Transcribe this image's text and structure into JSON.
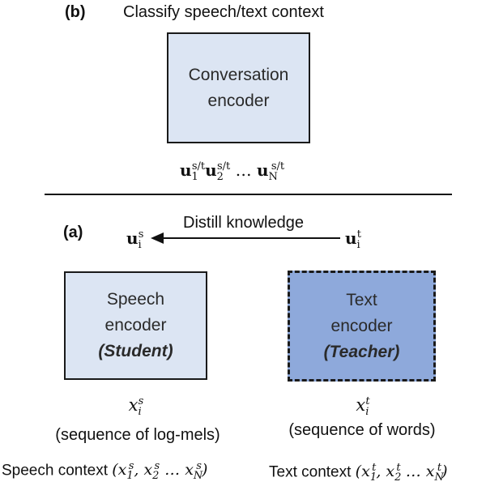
{
  "top": {
    "label": "(b)",
    "title": "Classify speech/text context",
    "box_line1": "Conversation",
    "box_line2": "encoder",
    "sequence": {
      "u": "u",
      "sup": "s/t",
      "sub1": "1",
      "sub2": "2",
      "ellipsis": "…",
      "subN": "N"
    }
  },
  "bottom": {
    "label": "(a)",
    "arrow_label": "Distill knowledge",
    "left_vec": {
      "u": "u",
      "sub": "i",
      "sup": "s"
    },
    "right_vec": {
      "u": "u",
      "sub": "i",
      "sup": "t"
    },
    "speech_box": {
      "line1": "Speech",
      "line2": "encoder",
      "role": "(Student)"
    },
    "text_box": {
      "line1": "Text",
      "line2": "encoder",
      "role": "(Teacher)"
    },
    "speech_input": {
      "x": "x",
      "sub": "i",
      "sup": "s",
      "desc": "(sequence of log-mels)"
    },
    "text_input": {
      "x": "x",
      "sub": "i",
      "sup": "t",
      "desc": "(sequence of words)"
    },
    "speech_context": {
      "prefix": "Speech context",
      "sup": "s",
      "ellipsis": "…",
      "subN": "N"
    },
    "text_context": {
      "prefix": "Text context",
      "sup": "t",
      "ellipsis": "…",
      "subN": "N"
    }
  },
  "colors": {
    "light_box": "#dce5f3",
    "dark_box": "#8ea9db",
    "stroke": "#1a1a1a"
  }
}
